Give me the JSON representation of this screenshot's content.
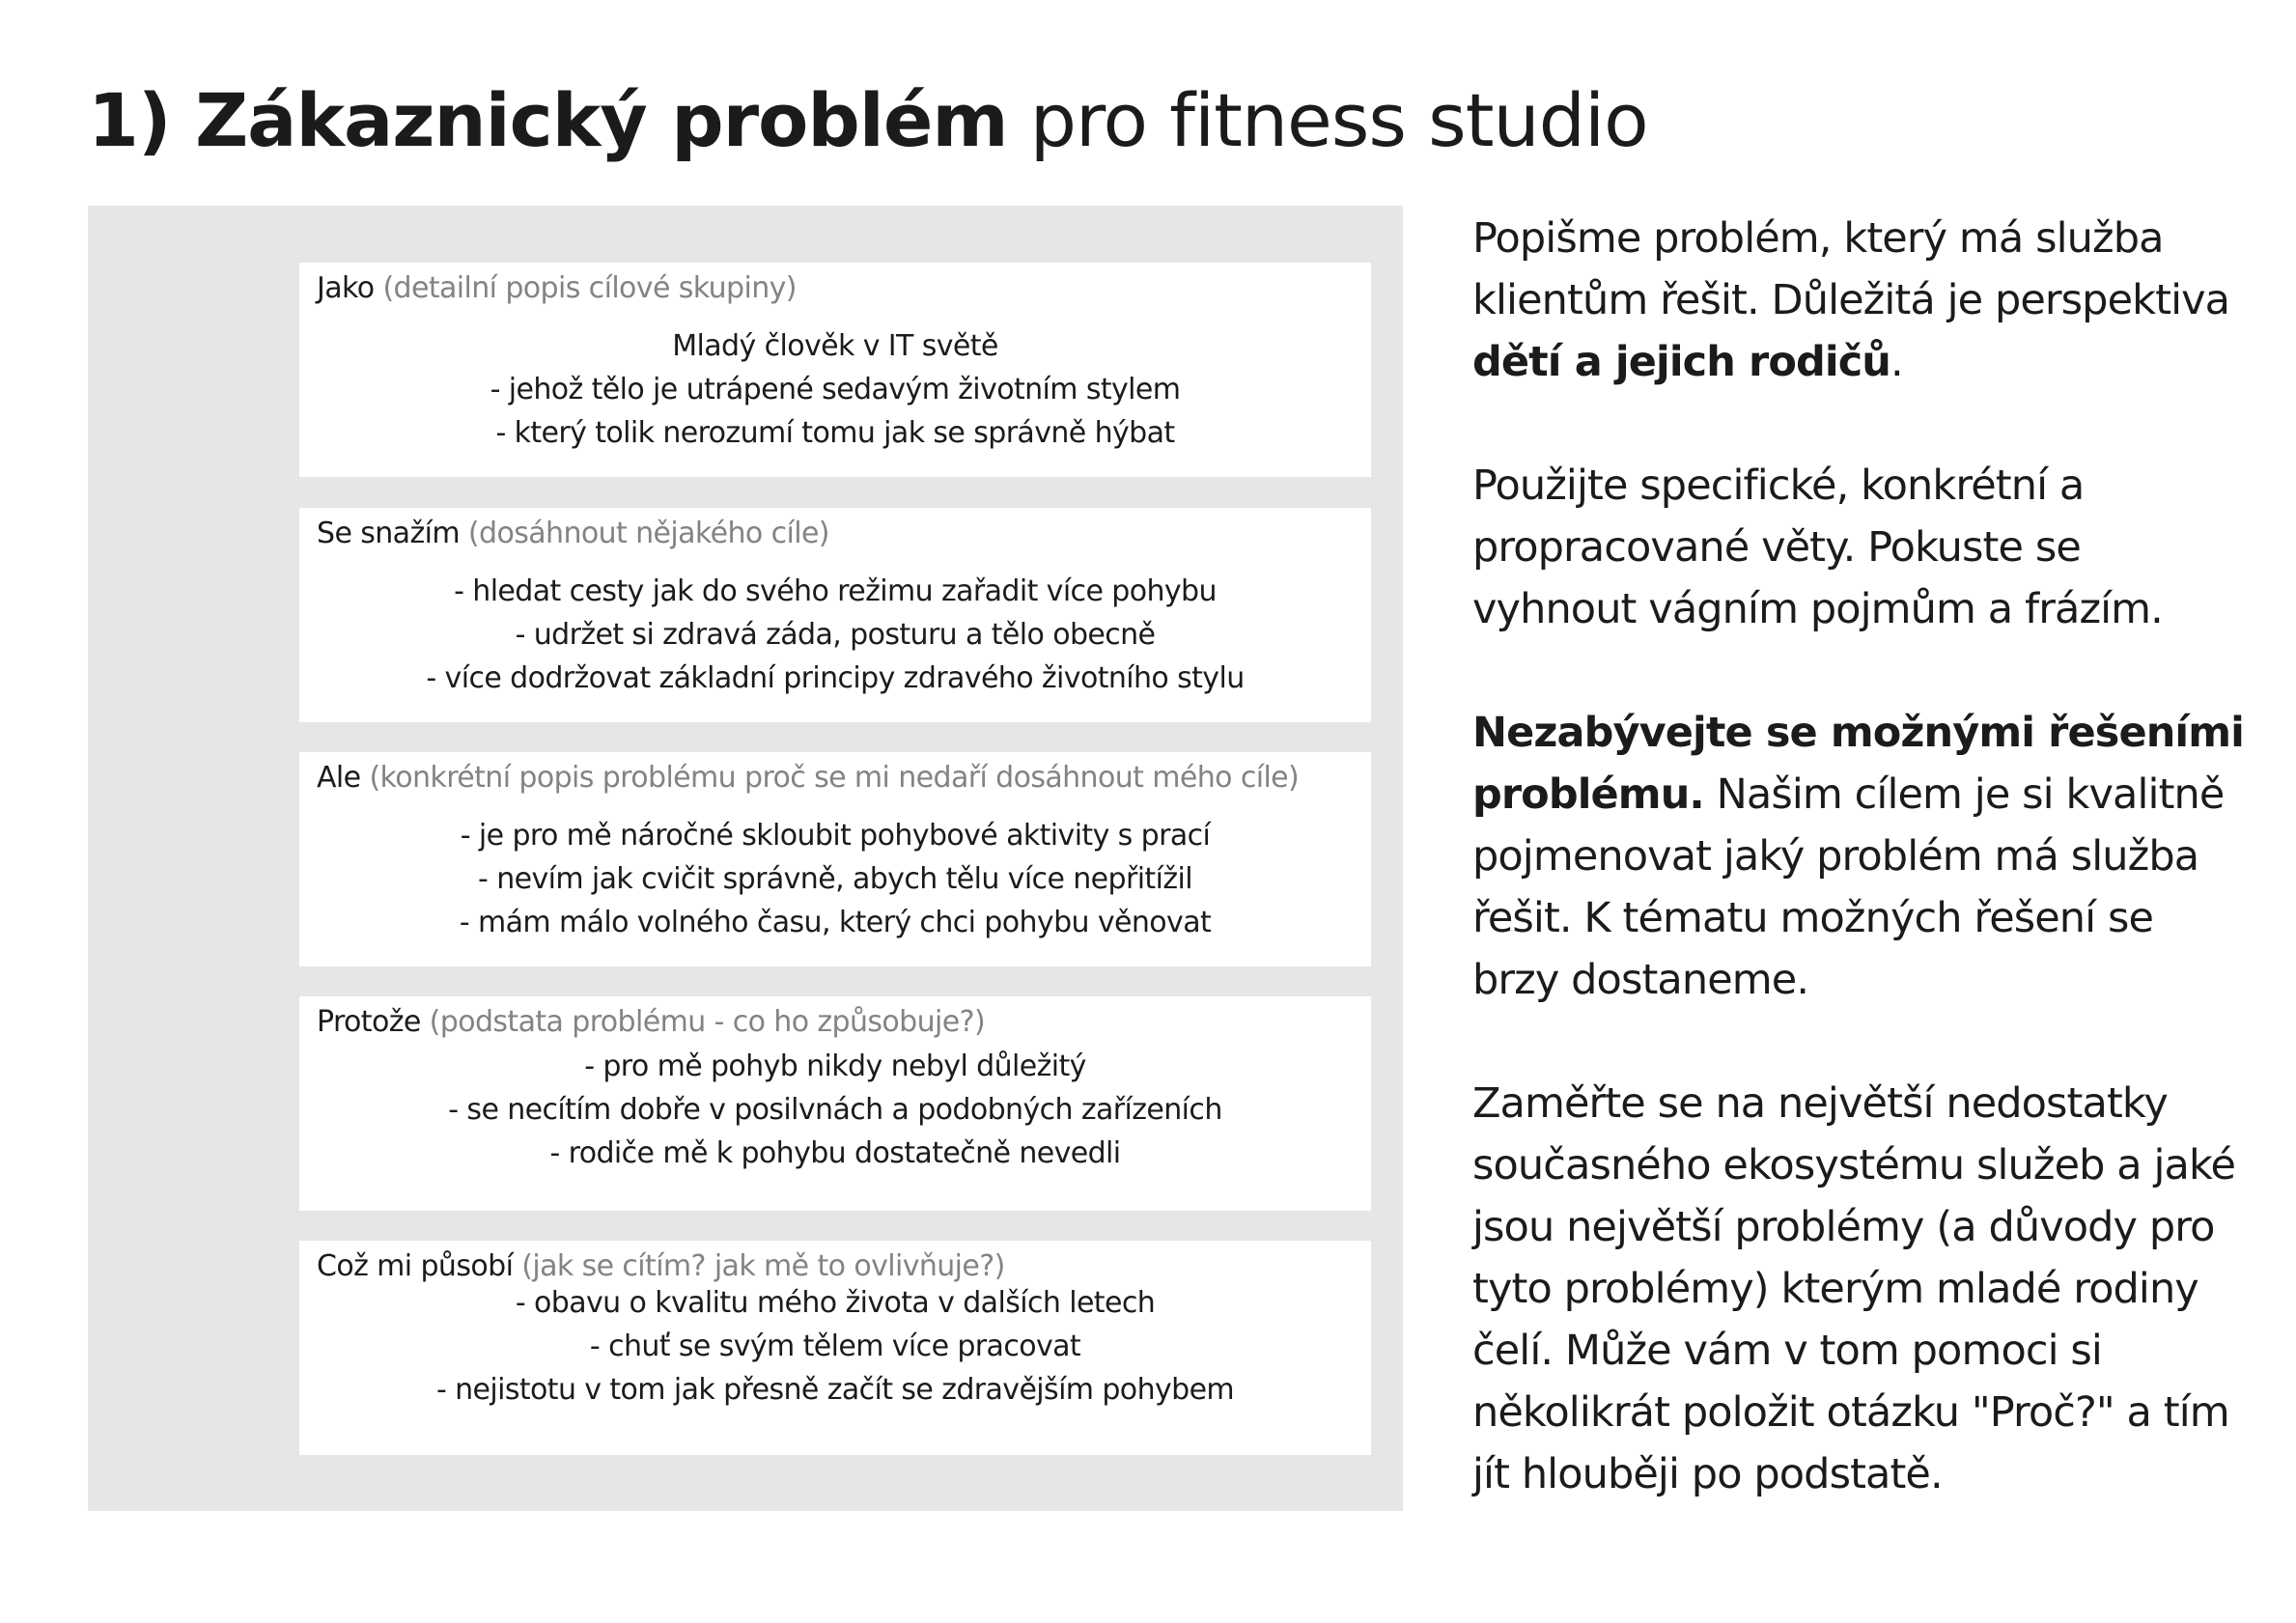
{
  "title": {
    "bold": "1) Zákaznický problém",
    "rest": " pro fitness studio"
  },
  "cards": [
    {
      "label": "Jako",
      "hint": "(detailní popis cílové skupiny)",
      "lines": [
        "Mladý člověk v IT světě",
        "- jehož tělo je utrápené sedavým životním stylem",
        "- který tolik nerozumí tomu jak se správně hýbat"
      ]
    },
    {
      "label": "Se snažím",
      "hint": "(dosáhnout nějakého cíle)",
      "lines": [
        "- hledat cesty jak do svého režimu zařadit více pohybu",
        "- udržet si zdravá záda, posturu a tělo obecně",
        "- více dodržovat základní principy zdravého životního stylu"
      ]
    },
    {
      "label": "Ale",
      "hint": "(konkrétní popis problému proč se mi nedaří dosáhnout mého cíle)",
      "lines": [
        "- je pro mě náročné skloubit pohybové aktivity s prací",
        "- nevím jak cvičit správně, abych tělu více nepřitížil",
        "- mám málo volného času, který chci pohybu věnovat"
      ]
    },
    {
      "label": "Protože",
      "hint": "(podstata problému - co ho způsobuje?)",
      "lines": [
        "- pro mě pohyb nikdy nebyl důležitý",
        "- se necítím dobře v posilvnách a podobných zařízeních",
        "- rodiče mě k pohybu dostatečně nevedli"
      ]
    },
    {
      "label": "Což mi působí",
      "hint": "(jak se cítím? jak mě to ovlivňuje?)",
      "lines": [
        "- obavu o kvalitu mého života v dalších letech",
        "- chuť se svým tělem více pracovat",
        "- nejistotu v tom jak přesně začít se zdravějším pohybem"
      ]
    }
  ],
  "side": {
    "p1_text": "Popišme problém, který má služba klientům řešit. Důležitá je perspektiva ",
    "p1_bold": "dětí a jejich rodičů",
    "p1_end": ".",
    "p2": "Použijte specifické, konkrétní a propracované věty. Pokuste se vyhnout vágním pojmům a frázím.",
    "p3_bold": "Nezabývejte se možnými řešeními problému.",
    "p3_text": " Našim cílem je si kvalitně pojmenovat jaký problém má služba řešit. K tématu možných řešení se brzy dostaneme.",
    "p4": "Zaměřte se na největší nedostatky současného ekosystému služeb a jaké jsou největší problémy (a důvody pro tyto problémy) kterým mladé rodiny čelí. Může vám v tom pomoci si několikrát položit otázku \"Proč?\" a tím jít hlouběji po podstatě."
  }
}
